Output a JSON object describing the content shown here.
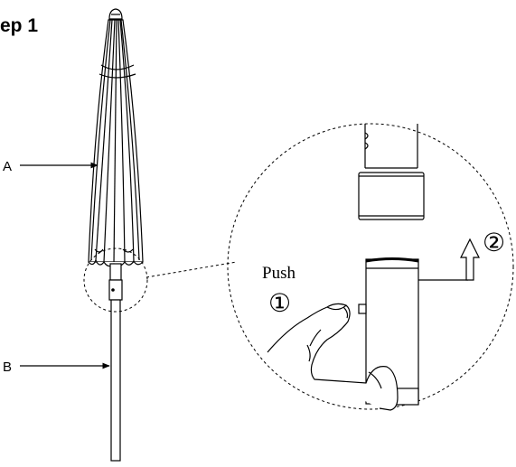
{
  "step": {
    "title": "ep 1"
  },
  "labels": {
    "part_a": "A",
    "part_b": "B"
  },
  "detail": {
    "action_text": "Push",
    "step_one_marker": "①",
    "step_two_marker": "②"
  },
  "colors": {
    "line": "#000000",
    "background": "#ffffff"
  }
}
